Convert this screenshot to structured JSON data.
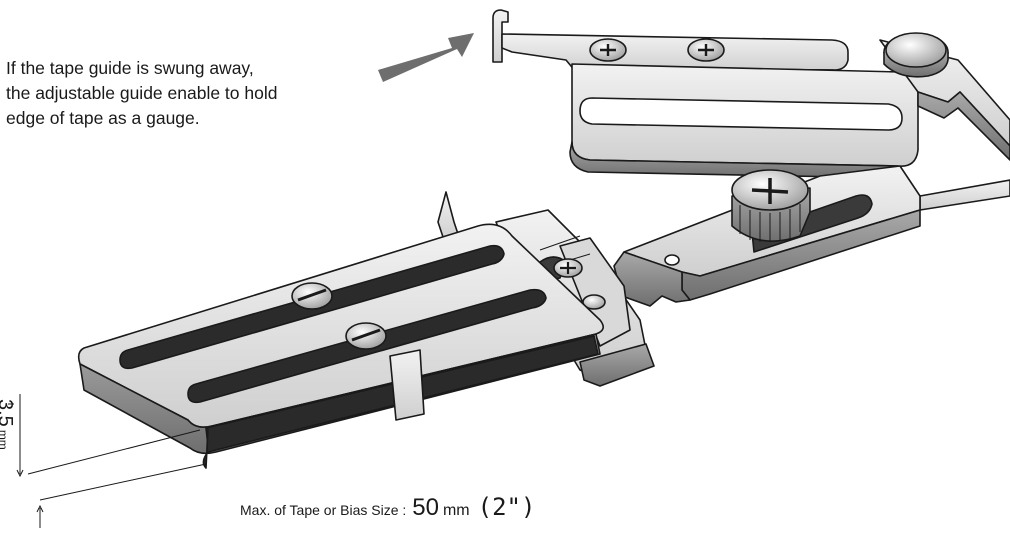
{
  "caption": {
    "lines": [
      "If the tape guide is swung away,",
      "the adjustable guide enable to hold",
      "edge of tape as a gauge."
    ]
  },
  "dimension": {
    "value": "3.5",
    "unit": "mm"
  },
  "tape_size": {
    "label": "Max. of Tape or Bias Size :",
    "value": "50",
    "unit": "mm",
    "inch": "(2\")"
  },
  "colors": {
    "metal_light": "#e6e6e6",
    "metal_mid": "#c9c9c9",
    "metal_dark": "#8a8a8a",
    "slot": "#2b2b2b",
    "outline": "#1a1a1a",
    "arrow": "#6e6e6e"
  }
}
